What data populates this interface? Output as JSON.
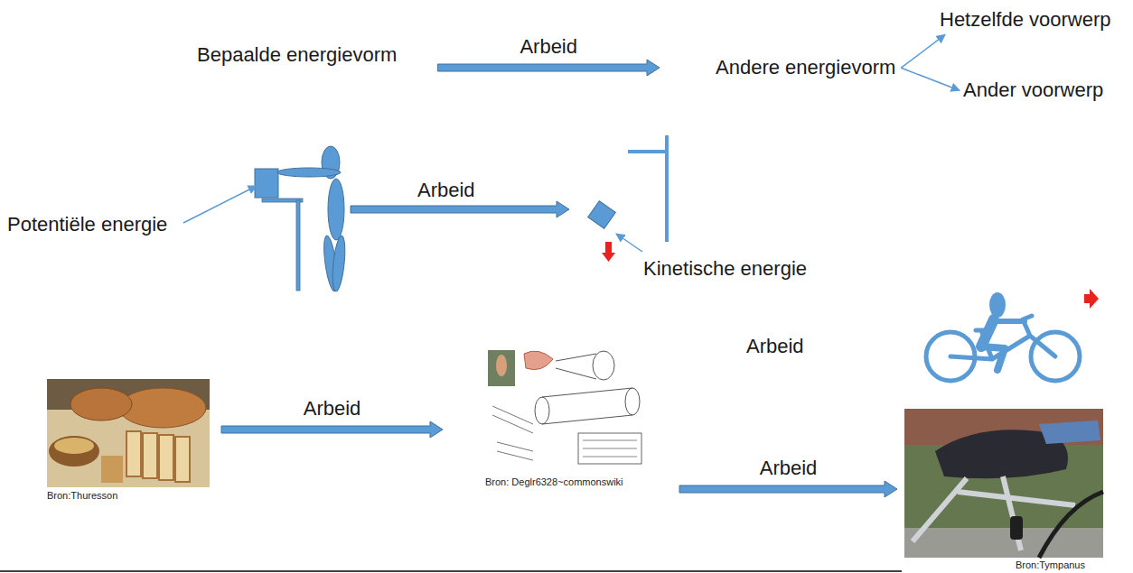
{
  "diagram": {
    "nodes": [
      {
        "text": [
          "Bepaalde energievorm"
        ]
      },
      {
        "text": [
          "Andere energievorm"
        ]
      },
      {
        "text": [
          "Hetzelfde voorwerp"
        ]
      },
      {
        "text": [
          "Ander voorwerp"
        ]
      },
      {
        "text": [
          "Bron:Thuresson"
        ]
      },
      {
        "text": [
          "Bron: Deglr6328~commonswiki"
        ]
      },
      {
        "text": [
          "Bron:Tympanus"
        ]
      }
    ],
    "edges": [
      {
        "from": 0,
        "to": 1,
        "arrow": "to",
        "label": "Arbeid"
      },
      {
        "from": 1,
        "to": 2,
        "arrow": "to"
      },
      {
        "from": 1,
        "to": 3,
        "arrow": "to"
      },
      {
        "from": 4,
        "to": 5,
        "arrow": "to",
        "label": "Arbeid"
      },
      {
        "from": 5,
        "to": 6,
        "arrow": "to",
        "label": "Arbeid"
      }
    ],
    "labels": [
      "Potentiële energie",
      "Arbeid",
      "Kinetische energie",
      "Arbeid"
    ]
  }
}
